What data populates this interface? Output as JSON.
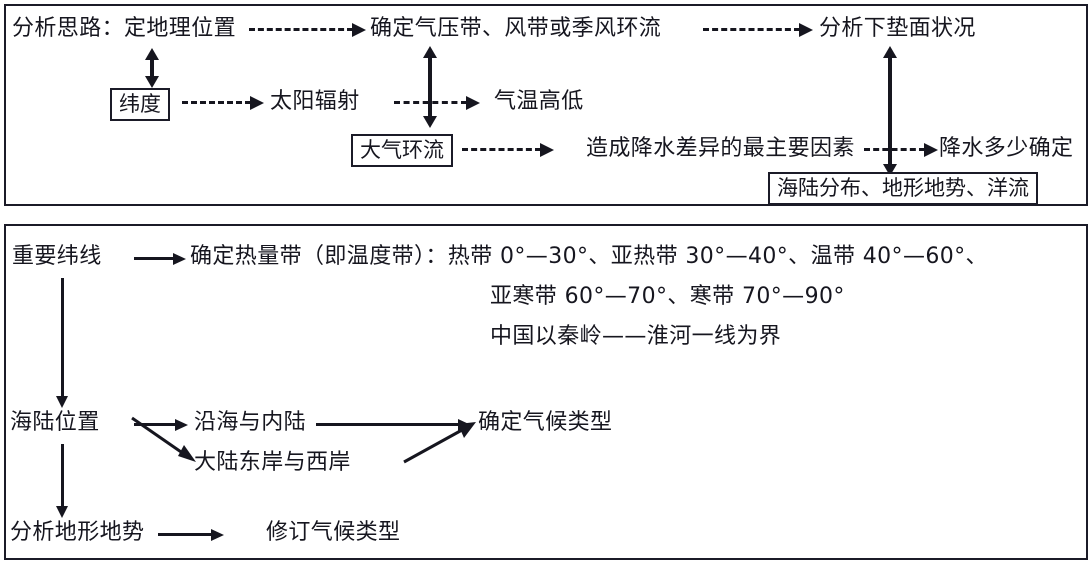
{
  "diagram": {
    "title": "气候分析思路图解",
    "panels": [
      {
        "id": "panel-top",
        "nodes": {
          "analysis_label": "分析思路：定地理位置",
          "pressure_belts": "确定气压带、风带或季风环流",
          "underlying_surface": "分析下垫面状况",
          "latitude_boxed": "纬度",
          "solar_radiation": "太阳辐射",
          "temperature_level": "气温高低",
          "atmospheric_circulation_boxed": "大气环流",
          "precipitation_main_factor": "造成降水差异的最主要因素",
          "precipitation_amount": "降水多少确定",
          "surface_factors_boxed": "海陆分布、地形地势、洋流"
        }
      },
      {
        "id": "panel-bottom",
        "nodes": {
          "important_latitudes": "重要纬线",
          "heat_zones_line1": "确定热量带（即温度带）：热带 0°—30°、亚热带 30°—40°、温带 40°—60°、",
          "heat_zones_line2": "亚寒带 60°—70°、寒带 70°—90°",
          "heat_zones_line3": "中国以秦岭——淮河一线为界",
          "land_sea_position": "海陆位置",
          "coastal_inland": "沿海与内陆",
          "continent_east_west": "大陆东岸与西岸",
          "determine_climate_type": "确定气候类型",
          "analyze_terrain": "分析地形地势",
          "revise_climate_type": "修订气候类型"
        }
      }
    ],
    "colors": {
      "ink": "#16161f",
      "border": "#1b1b28",
      "background": "#ffffff"
    }
  }
}
